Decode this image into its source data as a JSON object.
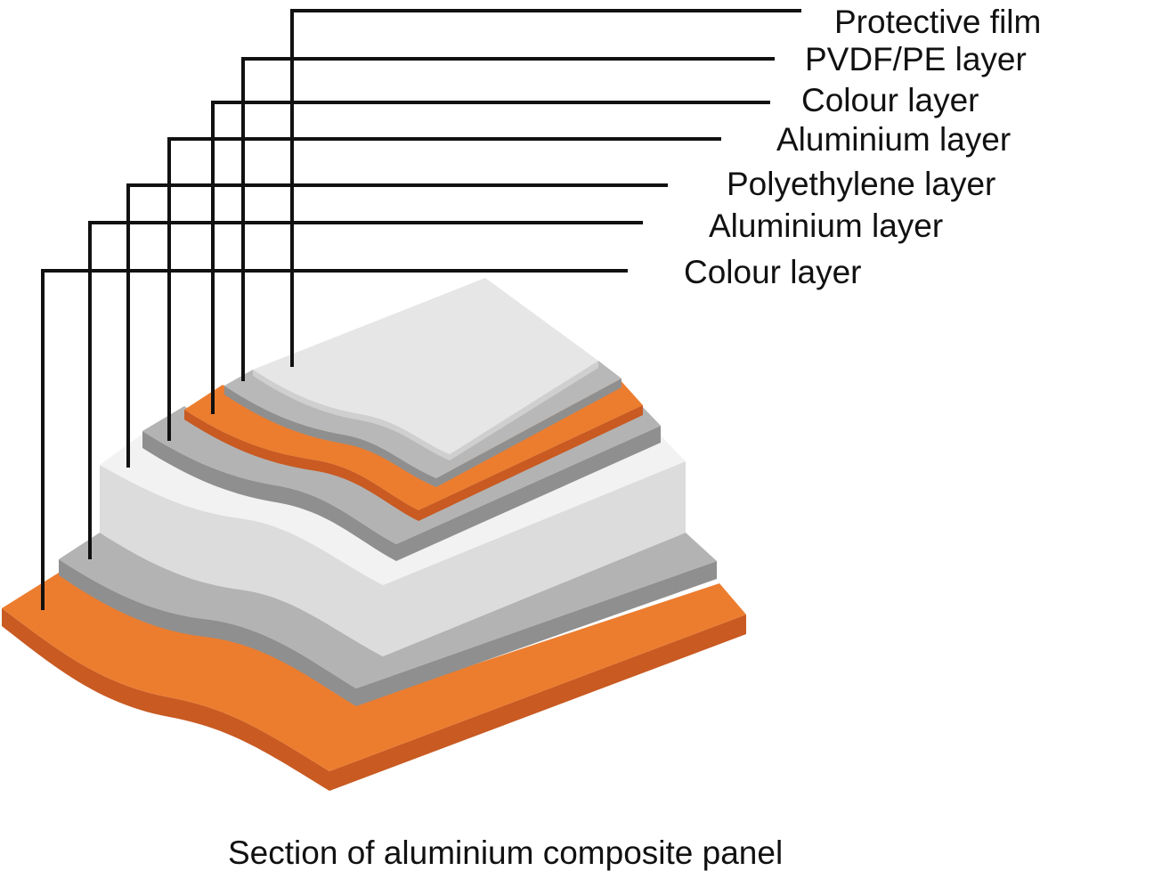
{
  "labels": [
    {
      "id": "protective-film",
      "text": "Protective film"
    },
    {
      "id": "pvdf-pe-layer",
      "text": "PVDF/PE layer"
    },
    {
      "id": "colour-layer-top",
      "text": "Colour layer"
    },
    {
      "id": "aluminium-layer-top",
      "text": "Aluminium layer"
    },
    {
      "id": "polyethylene-layer",
      "text": "Polyethylene layer"
    },
    {
      "id": "aluminium-layer-bottom",
      "text": "Aluminium layer"
    },
    {
      "id": "colour-layer-bottom",
      "text": "Colour layer"
    }
  ],
  "caption": "Section of aluminium composite panel",
  "colors": {
    "orange": "#ec7d2f",
    "orange_edge": "#c85a22",
    "grey": "#b3b3b3",
    "grey_edge": "#8f8f8f",
    "white": "#ececec",
    "white_edge": "#d2d2d2",
    "film": "#e6e6e6",
    "leader": "#111111"
  }
}
